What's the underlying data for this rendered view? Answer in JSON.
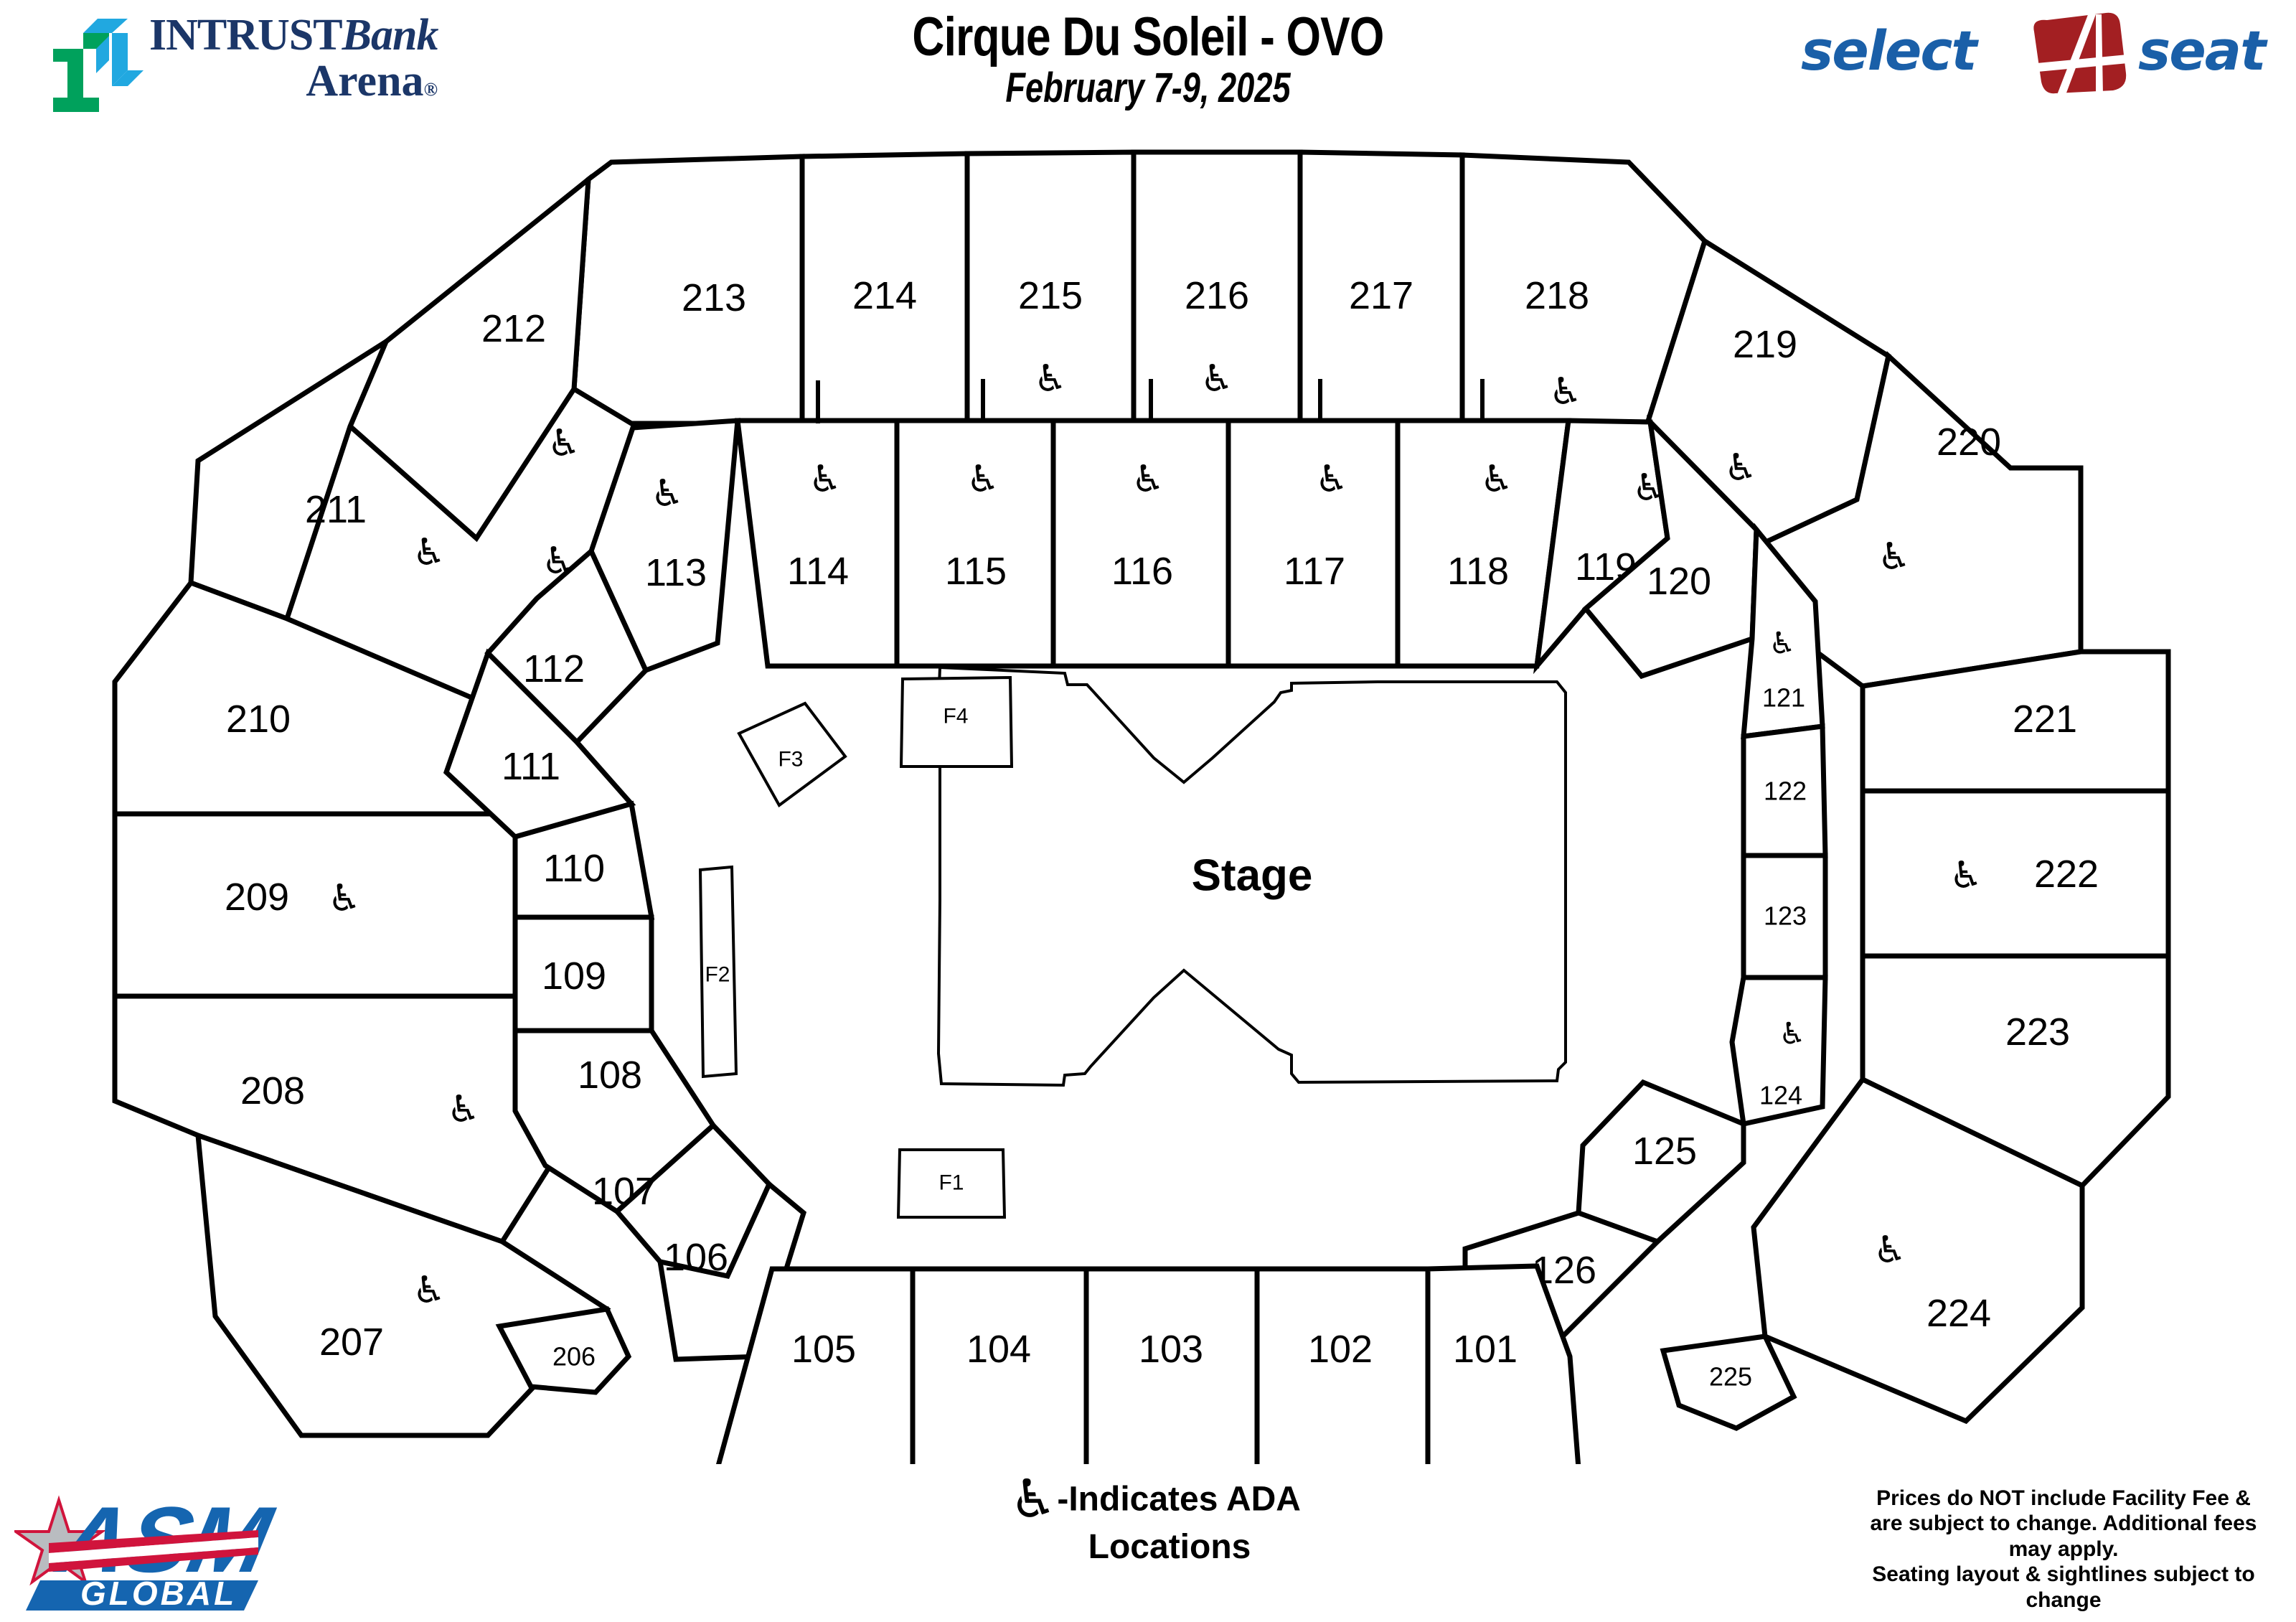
{
  "header": {
    "venue_logo": {
      "name": "INTRUST Bank Arena",
      "line1_primary": "INTRUST",
      "line1_italic": "Bank",
      "line2": "Arena",
      "registered_mark": "®",
      "color_navy": "#1b3668",
      "color_green": "#00a15c",
      "color_cyan": "#21a8e0"
    },
    "event_title": "Cirque Du Soleil - OVO",
    "event_dates": "February 7-9, 2025",
    "partner_logo": {
      "word_select": "select",
      "word_seat": "seat",
      "badge_numeral": "4",
      "color_blue": "#1a5fa8",
      "color_red": "#a31f22"
    }
  },
  "map": {
    "stage_label": "Stage",
    "floor_sections": [
      {
        "id": "F1",
        "label": "F1"
      },
      {
        "id": "F2",
        "label": "F2"
      },
      {
        "id": "F3",
        "label": "F3"
      },
      {
        "id": "F4",
        "label": "F4"
      }
    ],
    "lower_bowl_sections": [
      {
        "label": "101",
        "ada": false
      },
      {
        "label": "102",
        "ada": false
      },
      {
        "label": "103",
        "ada": false
      },
      {
        "label": "104",
        "ada": false
      },
      {
        "label": "105",
        "ada": false
      },
      {
        "label": "106",
        "ada": false
      },
      {
        "label": "107",
        "ada": false
      },
      {
        "label": "108",
        "ada": true
      },
      {
        "label": "109",
        "ada": false
      },
      {
        "label": "110",
        "ada": false
      },
      {
        "label": "111",
        "ada": false
      },
      {
        "label": "112",
        "ada": true
      },
      {
        "label": "113",
        "ada": true
      },
      {
        "label": "114",
        "ada": true
      },
      {
        "label": "115",
        "ada": true
      },
      {
        "label": "116",
        "ada": true
      },
      {
        "label": "117",
        "ada": true
      },
      {
        "label": "118",
        "ada": true
      },
      {
        "label": "119",
        "ada": true
      },
      {
        "label": "120",
        "ada": false
      },
      {
        "label": "121",
        "ada": true
      },
      {
        "label": "122",
        "ada": false
      },
      {
        "label": "123",
        "ada": false
      },
      {
        "label": "124",
        "ada": true
      },
      {
        "label": "125",
        "ada": false
      },
      {
        "label": "126",
        "ada": false
      }
    ],
    "upper_bowl_sections": [
      {
        "label": "206",
        "ada": false
      },
      {
        "label": "207",
        "ada": true
      },
      {
        "label": "208",
        "ada": false
      },
      {
        "label": "209",
        "ada": true
      },
      {
        "label": "210",
        "ada": false
      },
      {
        "label": "211",
        "ada": true
      },
      {
        "label": "212",
        "ada": true
      },
      {
        "label": "213",
        "ada": false
      },
      {
        "label": "214",
        "ada": false
      },
      {
        "label": "215",
        "ada": true
      },
      {
        "label": "216",
        "ada": true
      },
      {
        "label": "217",
        "ada": false
      },
      {
        "label": "218",
        "ada": true
      },
      {
        "label": "219",
        "ada": true
      },
      {
        "label": "220",
        "ada": true
      },
      {
        "label": "221",
        "ada": false
      },
      {
        "label": "222",
        "ada": true
      },
      {
        "label": "223",
        "ada": false
      },
      {
        "label": "224",
        "ada": true
      },
      {
        "label": "225",
        "ada": false
      }
    ]
  },
  "sections": {
    "s101": "101",
    "s102": "102",
    "s103": "103",
    "s104": "104",
    "s105": "105",
    "s106": "106",
    "s107": "107",
    "s108": "108",
    "s109": "109",
    "s110": "110",
    "s111": "111",
    "s112": "112",
    "s113": "113",
    "s114": "114",
    "s115": "115",
    "s116": "116",
    "s117": "117",
    "s118": "118",
    "s119": "119",
    "s120": "120",
    "s121": "121",
    "s122": "122",
    "s123": "123",
    "s124": "124",
    "s125": "125",
    "s126": "126",
    "s206": "206",
    "s207": "207",
    "s208": "208",
    "s209": "209",
    "s210": "210",
    "s211": "211",
    "s212": "212",
    "s213": "213",
    "s214": "214",
    "s215": "215",
    "s216": "216",
    "s217": "217",
    "s218": "218",
    "s219": "219",
    "s220": "220",
    "s221": "221",
    "s222": "222",
    "s223": "223",
    "s224": "224",
    "s225": "225",
    "f1": "F1",
    "f2": "F2",
    "f3": "F3",
    "f4": "F4",
    "stage": "Stage"
  },
  "icons": {
    "ada": "♿"
  },
  "footer": {
    "asm_logo": {
      "name": "ASM GLOBAL",
      "primary": "ASM",
      "secondary": "GLOBAL",
      "color_blue": "#1565b0",
      "color_red": "#d0143c",
      "color_silver": "#b9bcc0"
    },
    "ada_legend_line1": "-Indicates ADA",
    "ada_legend_line2": "Locations",
    "disclaimer_line1": "Prices do NOT include Facility Fee &",
    "disclaimer_line2": "are subject to change. Additional fees",
    "disclaimer_line3": "may apply.",
    "disclaimer_line4": "Seating layout & sightlines subject to",
    "disclaimer_line5": "change"
  }
}
